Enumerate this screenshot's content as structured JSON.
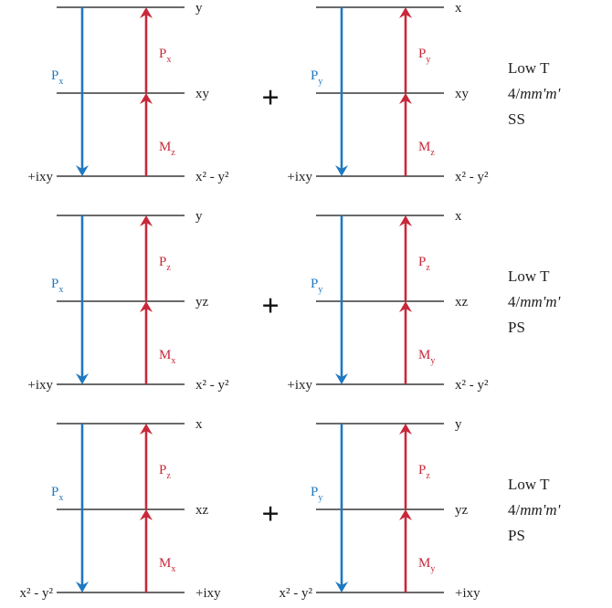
{
  "colors": {
    "blue": "#1f78c1",
    "red": "#c8283a",
    "line": "#111111"
  },
  "plus_symbol": "+",
  "rows": [
    {
      "left": {
        "top_level": "y",
        "mid_level": "xy",
        "bottom_left_label": "+ixy",
        "bottom_right_label": "x² - y²",
        "blue_main": "P",
        "blue_sub": "x",
        "red_upper_main": "P",
        "red_upper_sub": "x",
        "red_lower_main": "M",
        "red_lower_sub": "z"
      },
      "right": {
        "top_level": "x",
        "mid_level": "xy",
        "bottom_left_label": "+ixy",
        "bottom_right_label": "x² - y²",
        "blue_main": "P",
        "blue_sub": "y",
        "red_upper_main": "P",
        "red_upper_sub": "y",
        "red_lower_main": "M",
        "red_lower_sub": "z"
      },
      "side": {
        "line1": "Low T",
        "line2_prefix": "4/",
        "line2_italic": "mm'm'",
        "line3": "SS"
      }
    },
    {
      "left": {
        "top_level": "y",
        "mid_level": "yz",
        "bottom_left_label": "+ixy",
        "bottom_right_label": "x² - y²",
        "blue_main": "P",
        "blue_sub": "x",
        "red_upper_main": "P",
        "red_upper_sub": "z",
        "red_lower_main": "M",
        "red_lower_sub": "x"
      },
      "right": {
        "top_level": "x",
        "mid_level": "xz",
        "bottom_left_label": "+ixy",
        "bottom_right_label": "x² - y²",
        "blue_main": "P",
        "blue_sub": "y",
        "red_upper_main": "P",
        "red_upper_sub": "z",
        "red_lower_main": "M",
        "red_lower_sub": "y"
      },
      "side": {
        "line1": "Low T",
        "line2_prefix": "4/",
        "line2_italic": "mm'm'",
        "line3": "PS"
      }
    },
    {
      "left": {
        "top_level": "x",
        "mid_level": "xz",
        "bottom_left_label": "x² - y²",
        "bottom_right_label": "+ixy",
        "blue_main": "P",
        "blue_sub": "x",
        "red_upper_main": "P",
        "red_upper_sub": "z",
        "red_lower_main": "M",
        "red_lower_sub": "x"
      },
      "right": {
        "top_level": "y",
        "mid_level": "yz",
        "bottom_left_label": "x² - y²",
        "bottom_right_label": "+ixy",
        "blue_main": "P",
        "blue_sub": "y",
        "red_upper_main": "P",
        "red_upper_sub": "z",
        "red_lower_main": "M",
        "red_lower_sub": "y"
      },
      "side": {
        "line1": "Low T",
        "line2_prefix": "4/",
        "line2_italic": "mm'm'",
        "line3": "PS"
      }
    }
  ]
}
